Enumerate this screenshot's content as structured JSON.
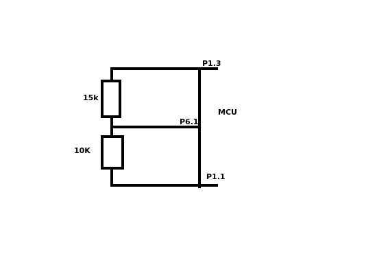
{
  "mcu_label": "MCU",
  "pins": {
    "top": "P1.3",
    "middle": "P6.1",
    "bottom": "P1.1"
  },
  "resistors": {
    "upper": "15k",
    "lower": "10K"
  }
}
